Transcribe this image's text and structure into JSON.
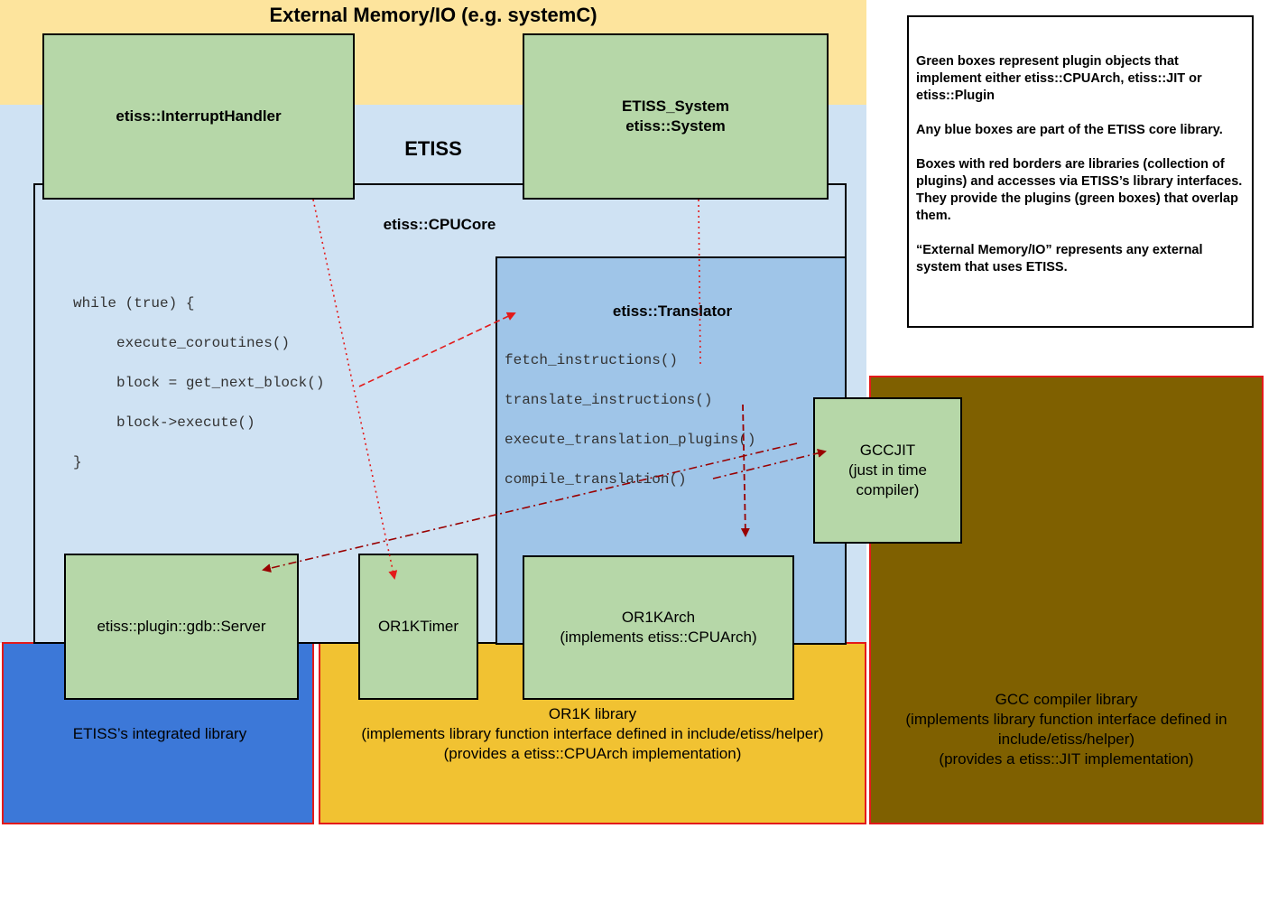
{
  "external": {
    "title": "External Memory/IO (e.g. systemC)"
  },
  "etiss": {
    "title": "ETISS"
  },
  "cpucore": {
    "label": "etiss::CPUCore",
    "code": [
      "while (true) {",
      "execute_coroutines()",
      "block = get_next_block()",
      "block->execute()",
      "}"
    ]
  },
  "translator": {
    "label": "etiss::Translator",
    "methods": [
      "fetch_instructions()",
      "translate_instructions()",
      "execute_translation_plugins()",
      "compile_translation()"
    ]
  },
  "plugins": {
    "interrupt_handler": "etiss::InterruptHandler",
    "system_line1": "ETISS_System",
    "system_line2": "etiss::System",
    "gdb_server": "etiss::plugin::gdb::Server",
    "or1k_timer": "OR1KTimer",
    "or1k_arch_line1": "OR1KArch",
    "or1k_arch_line2": "(implements etiss::CPUArch)",
    "gccjit_line1": "GCCJIT",
    "gccjit_line2": "(just in time",
    "gccjit_line3": "compiler)"
  },
  "libraries": {
    "integrated": "ETISS’s integrated library",
    "or1k_line1": "OR1K library",
    "or1k_line2": "(implements library function interface defined in include/etiss/helper)",
    "or1k_line3": "(provides a etiss::CPUArch implementation)",
    "gcc_line1": "GCC compiler library",
    "gcc_line2": "(implements library function interface defined in",
    "gcc_line3": "include/etiss/helper)",
    "gcc_line4": "(provides a etiss::JIT implementation)"
  },
  "legend": {
    "p1": "Green boxes represent plugin objects that implement either etiss::CPUArch, etiss::JIT or etiss::Plugin",
    "p2": "Any blue boxes are part of the ETISS core library.",
    "p3": "Boxes with red borders are libraries (collection of plugins) and accesses via ETISS’s library interfaces. They provide the plugins (green boxes) that overlap them.",
    "p4": "“External Memory/IO” represents any external system that uses ETISS."
  },
  "colors": {
    "external_band": "#fde49d",
    "etiss_band": "#cfe2f3",
    "translator": "#9fc5e8",
    "plugin_green": "#b6d7a8",
    "integrated_library": "#3c78d8",
    "or1k_library": "#f1c232",
    "gcc_library": "#7f6000",
    "library_border": "#e31a1a",
    "arrow_red": "#e31a1a",
    "arrow_dark_red": "#990000"
  }
}
